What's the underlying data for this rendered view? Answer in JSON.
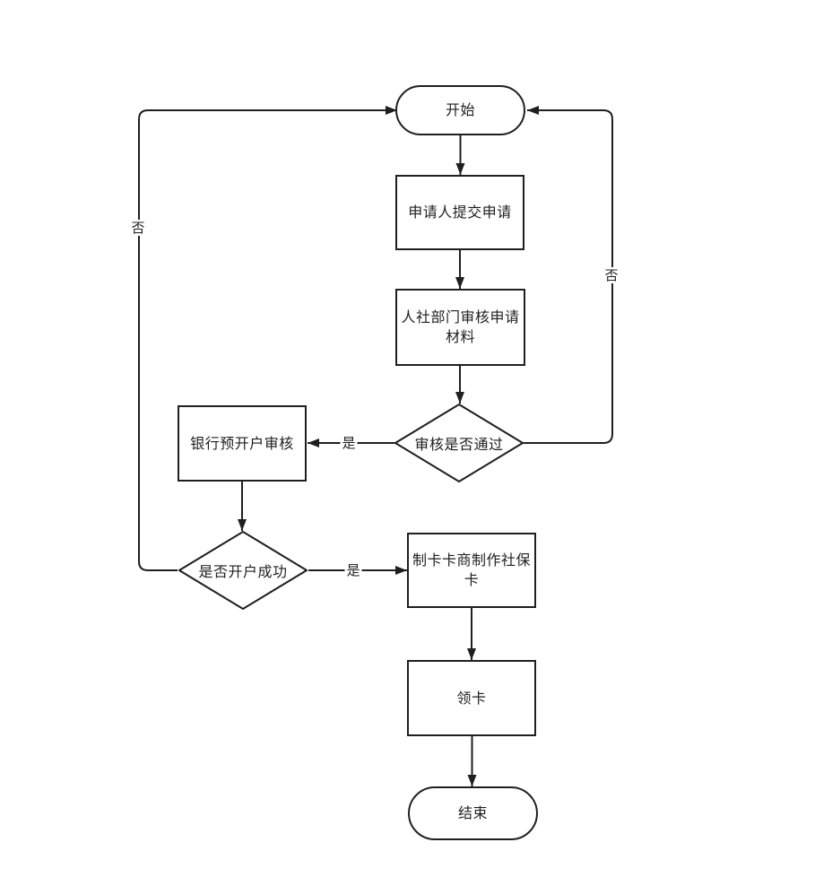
{
  "diagram_type": "flowchart",
  "colors": {
    "stroke": "#1f1f1f",
    "background": "#ffffff"
  },
  "nodes": {
    "start": {
      "type": "terminator",
      "label": "开始"
    },
    "submit": {
      "type": "process",
      "label": "申请人提交申请"
    },
    "review": {
      "type": "process",
      "label": "人社部门审核申请材料"
    },
    "review_decision": {
      "type": "decision",
      "label": "审核是否通过"
    },
    "bank_precheck": {
      "type": "process",
      "label": "银行预开户审核"
    },
    "account_decision": {
      "type": "decision",
      "label": "是否开户成功"
    },
    "make_card": {
      "type": "process",
      "label": "制卡卡商制作社保卡"
    },
    "get_card": {
      "type": "process",
      "label": "领卡"
    },
    "end": {
      "type": "terminator",
      "label": "结束"
    }
  },
  "edges": {
    "start_submit": {
      "from": "start",
      "to": "submit"
    },
    "submit_review": {
      "from": "submit",
      "to": "review"
    },
    "review_decide": {
      "from": "review",
      "to": "review_decision"
    },
    "review_yes": {
      "from": "review_decision",
      "to": "bank_precheck",
      "label": "是"
    },
    "review_no": {
      "from": "review_decision",
      "to": "start",
      "label": "否"
    },
    "precheck_decide": {
      "from": "bank_precheck",
      "to": "account_decision"
    },
    "account_yes": {
      "from": "account_decision",
      "to": "make_card",
      "label": "是"
    },
    "account_no": {
      "from": "account_decision",
      "to": "start",
      "label": "否"
    },
    "make_get": {
      "from": "make_card",
      "to": "get_card"
    },
    "get_end": {
      "from": "get_card",
      "to": "end"
    }
  }
}
